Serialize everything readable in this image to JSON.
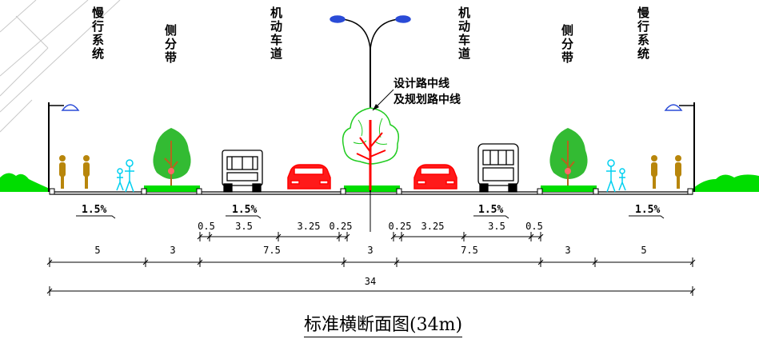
{
  "labels": {
    "slow_left": "慢行系统",
    "median_left": "侧分带",
    "motor_left": "机动车道",
    "motor_right": "机动车道",
    "median_right": "侧分带",
    "slow_right": "慢行系统",
    "centerline_1": "设计路中线",
    "centerline_2": "及规划路中线"
  },
  "slopes": [
    "1.5%",
    "1.5%",
    "1.5%",
    "1.5%"
  ],
  "lane_dims_left": [
    "0.5",
    "3.5",
    "3.25",
    "0.25"
  ],
  "lane_dims_right": [
    "0.25",
    "3.25",
    "3.5",
    "0.5"
  ],
  "section_dims": [
    "5",
    "3",
    "7.5",
    "3",
    "7.5",
    "3",
    "5"
  ],
  "total": "34",
  "title": "标准横断面图(34m)",
  "colors": {
    "grass": "#00dd00",
    "tree": "#22aa22",
    "car": "#ff0000",
    "cyclist": "#b8860b",
    "pedestrian": "#00d0f0",
    "lamp": "#2a4bd7"
  }
}
